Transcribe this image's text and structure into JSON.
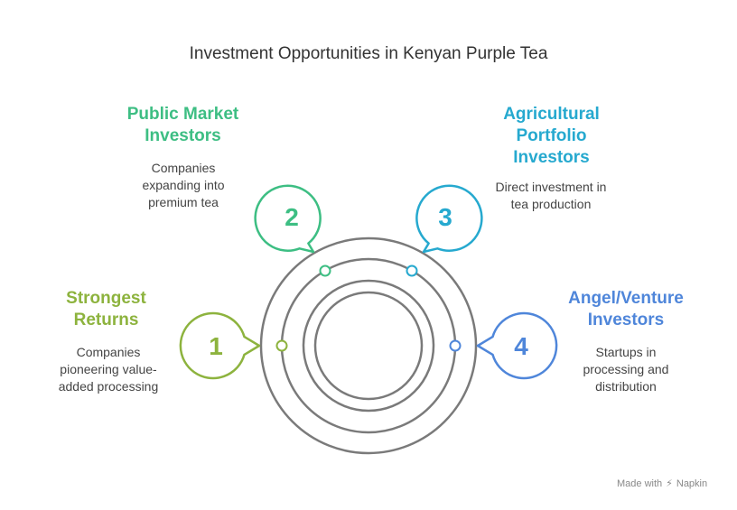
{
  "title": "Investment Opportunities in Kenyan Purple Tea",
  "items": [
    {
      "number": "1",
      "heading": [
        "Strongest",
        "Returns"
      ],
      "desc": [
        "Companies",
        "pioneering value-",
        "added processing"
      ],
      "color": "#8DB33E"
    },
    {
      "number": "2",
      "heading": [
        "Public Market",
        "Investors"
      ],
      "desc": [
        "Companies",
        "expanding into",
        "premium tea"
      ],
      "color": "#3DBE83"
    },
    {
      "number": "3",
      "heading": [
        "Agricultural",
        "Portfolio",
        "Investors"
      ],
      "desc": [
        "Direct investment in",
        "tea production"
      ],
      "color": "#26A9CF"
    },
    {
      "number": "4",
      "heading": [
        "Angel/Venture",
        "Investors"
      ],
      "desc": [
        "Startups in",
        "processing and",
        "distribution"
      ],
      "color": "#4F86DA"
    }
  ],
  "footer": {
    "made_with": "Made with",
    "brand": "Napkin"
  }
}
